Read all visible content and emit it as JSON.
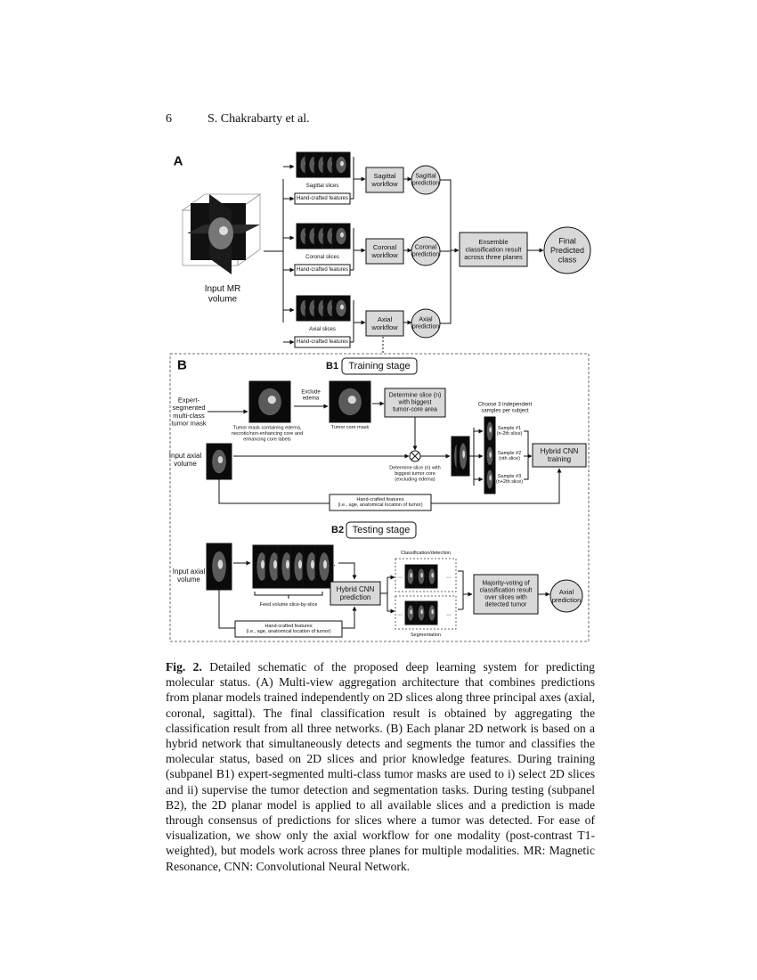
{
  "header": {
    "page_number": "6",
    "authors": "S. Chakrabarty et al."
  },
  "panel_a": {
    "label": "A",
    "input_label": [
      "Input MR",
      "volume"
    ],
    "rows": [
      {
        "slices_label": "Sagittal slices",
        "features_label": "Hand-crafted features",
        "workflow": [
          "Sagittal",
          "workflow"
        ],
        "prediction": [
          "Sagittal",
          "prediction"
        ]
      },
      {
        "slices_label": "Coronal slices",
        "features_label": "Hand-crafted features",
        "workflow": [
          "Coronal",
          "workflow"
        ],
        "prediction": [
          "Coronal",
          "prediction"
        ]
      },
      {
        "slices_label": "Axial slices",
        "features_label": "Hand-crafted features",
        "workflow": [
          "Axial",
          "workflow"
        ],
        "prediction": [
          "Axial",
          "prediction"
        ]
      }
    ],
    "ensemble": [
      "Ensemble",
      "classification result",
      "across three planes"
    ],
    "final": [
      "Final",
      "Predicted",
      "class"
    ]
  },
  "panel_b": {
    "label": "B",
    "b1_label": "B1",
    "b1_title": "Training stage",
    "expert_mask": [
      "Expert-",
      "segmented",
      "multi-class",
      "tumor mask"
    ],
    "tumor_mask_caption": [
      "Tumor mask containing edema,",
      "necrotic/non-enhancing core and",
      "enhancing core labels"
    ],
    "exclude_edema": [
      "Exclude",
      "edema"
    ],
    "tumor_core_mask": "Tumor core mask",
    "determine_slice_box": [
      "Determine slice (n)",
      "with biggest",
      "tumor-core area"
    ],
    "choose_samples": [
      "Choose 3 independent",
      "samples per subject"
    ],
    "input_axial_volume": [
      "Input axial",
      "volume"
    ],
    "determine_slice_caption": [
      "Determine slice (n) with",
      "biggest tumor core",
      "(excluding edema)"
    ],
    "samples": [
      [
        "Sample #1",
        "(n-2th slice)"
      ],
      [
        "Sample #2",
        "(nth slice)"
      ],
      [
        "Sample #3",
        "(n+2th slice)"
      ]
    ],
    "hybrid_training": [
      "Hybrid CNN",
      "training"
    ],
    "handcrafted_b1": [
      "Hand-crafted features",
      "(i.e., age, anatomical location of tumor)"
    ],
    "b2_label": "B2",
    "b2_title": "Testing stage",
    "input_axial_volume_b2": [
      "Input axial",
      "volume"
    ],
    "feed_volume": "Feed volume slice-by-slice",
    "hybrid_prediction": [
      "Hybrid CNN",
      "prediction"
    ],
    "classification_detection": "Classification/detection",
    "segmentation": "Segmentation",
    "majority_voting": [
      "Majority-voting of",
      "classification result",
      "over slices with",
      "detected tumor"
    ],
    "axial_prediction": [
      "Axial",
      "prediction"
    ],
    "handcrafted_b2": [
      "Hand-crafted features",
      "(i.e., age, anatomical location of tumor)"
    ],
    "ellipsis": "..."
  },
  "caption": {
    "label": "Fig. 2.",
    "text": " Detailed schematic of the proposed deep learning system for predicting molecular status. (A) Multi-view aggregation architecture that combines predictions from planar models trained independently on 2D slices along three principal axes (axial, coronal, sagittal). The final classification result is obtained by aggregating the classification result from all three networks. (B) Each planar 2D network is based on a hybrid network that simultaneously detects and segments the tumor and classifies the molecular status, based on 2D slices and prior knowledge features. During training (subpanel B1) expert-segmented multi-class tumor masks are used to i) select 2D slices and ii) supervise the tumor detection and segmentation tasks. During testing (subpanel B2), the 2D planar model is applied to all available slices and a prediction is made through consensus of predictions for slices where a tumor was detected. For ease of visualization, we show only the axial workflow for one modality (post-contrast T1-weighted), but models work across three planes for multiple modalities. MR: Magnetic Resonance, CNN: Convolutional Neural Network."
  }
}
